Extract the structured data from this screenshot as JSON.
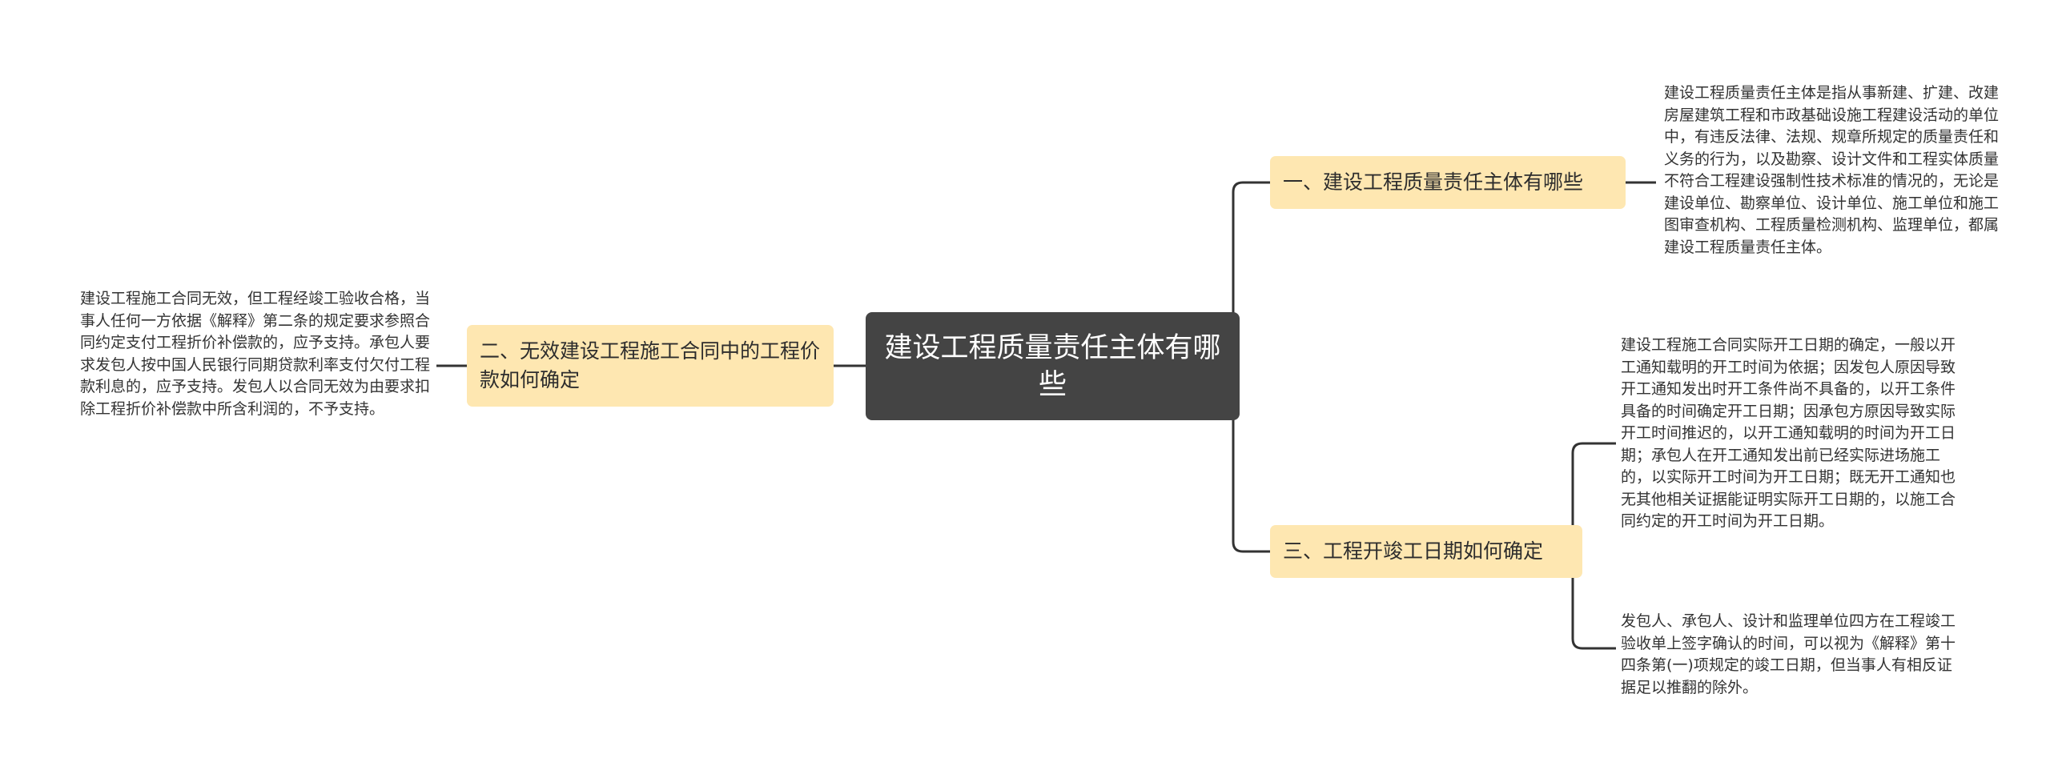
{
  "root": {
    "title": "建设工程质量责任主体有哪些"
  },
  "branches": [
    {
      "label": "一、建设工程质量责任主体有哪些",
      "details": [
        "建设工程质量责任主体是指从事新建、扩建、改建房屋建筑工程和市政基础设施工程建设活动的单位中，有违反法律、法规、规章所规定的质量责任和义务的行为，以及勘察、设计文件和工程实体质量不符合工程建设强制性技术标准的情况的，无论是建设单位、勘察单位、设计单位、施工单位和施工图审查机构、工程质量检测机构、监理单位，都属建设工程质量责任主体。"
      ]
    },
    {
      "label": "二、无效建设工程施工合同中的工程价款如何确定",
      "details": [
        "建设工程施工合同无效，但工程经竣工验收合格，当事人任何一方依据《解释》第二条的规定要求参照合同约定支付工程折价补偿款的，应予支持。承包人要求发包人按中国人民银行同期贷款利率支付欠付工程款利息的，应予支持。发包人以合同无效为由要求扣除工程折价补偿款中所含利润的，不予支持。"
      ]
    },
    {
      "label": "三、工程开竣工日期如何确定",
      "details": [
        "建设工程施工合同实际开工日期的确定，一般以开工通知载明的开工时间为依据；因发包人原因导致开工通知发出时开工条件尚不具备的，以开工条件具备的时间确定开工日期；因承包方原因导致实际开工时间推迟的，以开工通知载明的时间为开工日期；承包人在开工通知发出前已经实际进场施工的，以实际开工时间为开工日期；既无开工通知也无其他相关证据能证明实际开工日期的，以施工合同约定的开工时间为开工日期。",
        "发包人、承包人、设计和监理单位四方在工程竣工验收单上签字确认的时间，可以视为《解释》第十四条第(一)项规定的竣工日期，但当事人有相反证据足以推翻的除外。"
      ]
    }
  ],
  "colors": {
    "root_bg": "#444444",
    "root_text": "#ffffff",
    "branch_bg": "#fee7b1",
    "connector": "#333333"
  }
}
